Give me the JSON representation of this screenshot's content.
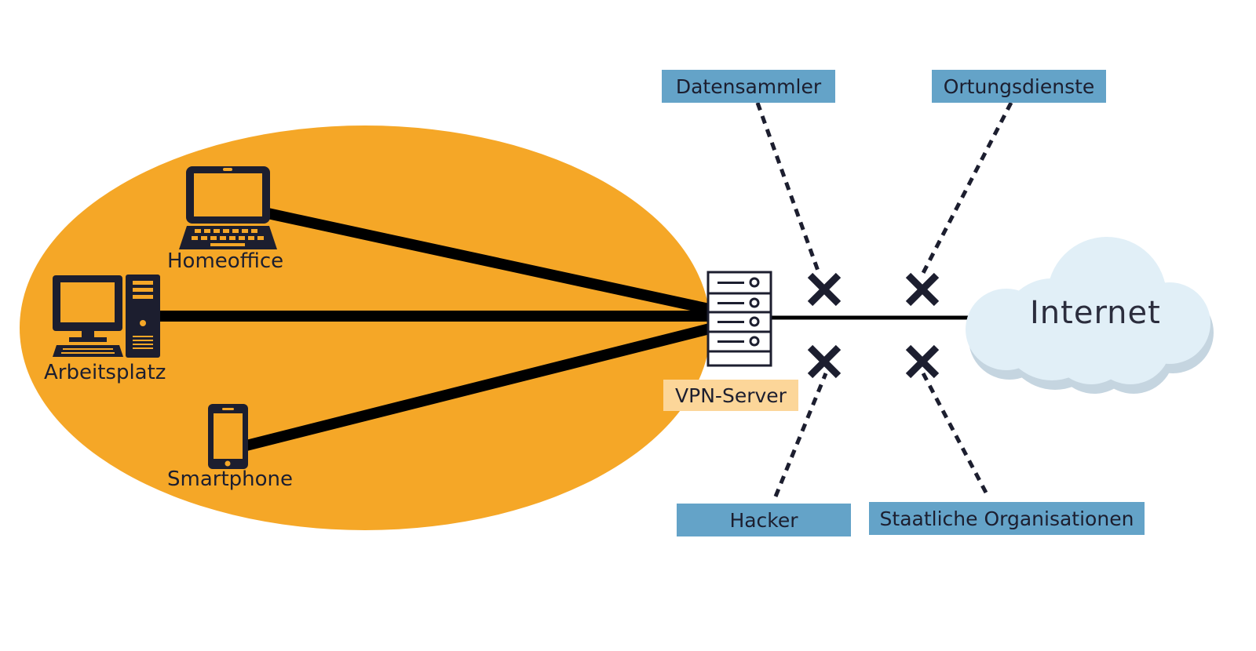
{
  "diagram": {
    "devices": {
      "homeoffice": {
        "label": "Homeoffice",
        "icon": "laptop-icon"
      },
      "arbeitsplatz": {
        "label": "Arbeitsplatz",
        "icon": "desktop-computer-icon"
      },
      "smartphone": {
        "label": "Smartphone",
        "icon": "smartphone-icon"
      }
    },
    "vpn_server": {
      "label": "VPN-Server",
      "icon": "server-rack-icon"
    },
    "internet": {
      "label": "Internet",
      "icon": "cloud-icon"
    },
    "threats": {
      "datensammler": "Datensammler",
      "ortungsdienste": "Ortungsdienste",
      "hacker": "Hacker",
      "staatliche": "Staatliche Organisationen"
    },
    "blocked_icon": "cross-icon",
    "colors": {
      "network_zone": "#f5a727",
      "icon_dark": "#1c1e2f",
      "threat_box": "#64a3c8",
      "vpn_label_bg": "#fcd699",
      "cloud": "#e1eff7",
      "cloud_shadow": "#c5d5e0"
    }
  }
}
